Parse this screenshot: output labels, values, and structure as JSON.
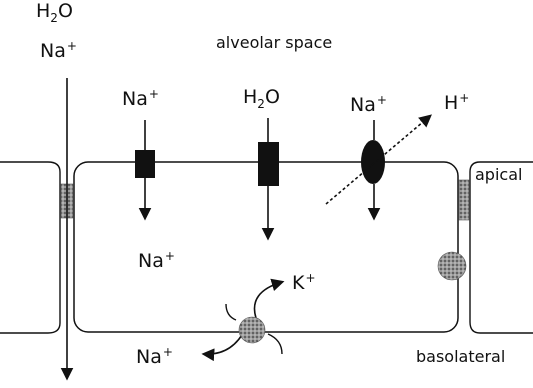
{
  "regions": {
    "alveolar_space": "alveolar space",
    "apical": "apical",
    "basolateral": "basolateral"
  },
  "species": {
    "h2o_base": "H",
    "h2o_sub": "2",
    "h2o_tail": "O",
    "na_base": "Na",
    "na_sup": "+",
    "h_base": "H",
    "h_sup": "+",
    "k_base": "K",
    "k_sup": "+"
  },
  "icons": {
    "sodium_channel": "filled-rectangle",
    "water_channel": "filled-rectangle",
    "exchanger": "filled-ellipse",
    "pump": "speckled-sphere",
    "tight_junction": "speckled-bead"
  },
  "colors": {
    "ink": "#111111",
    "background": "#ffffff",
    "pump": "#8a8a8a"
  }
}
